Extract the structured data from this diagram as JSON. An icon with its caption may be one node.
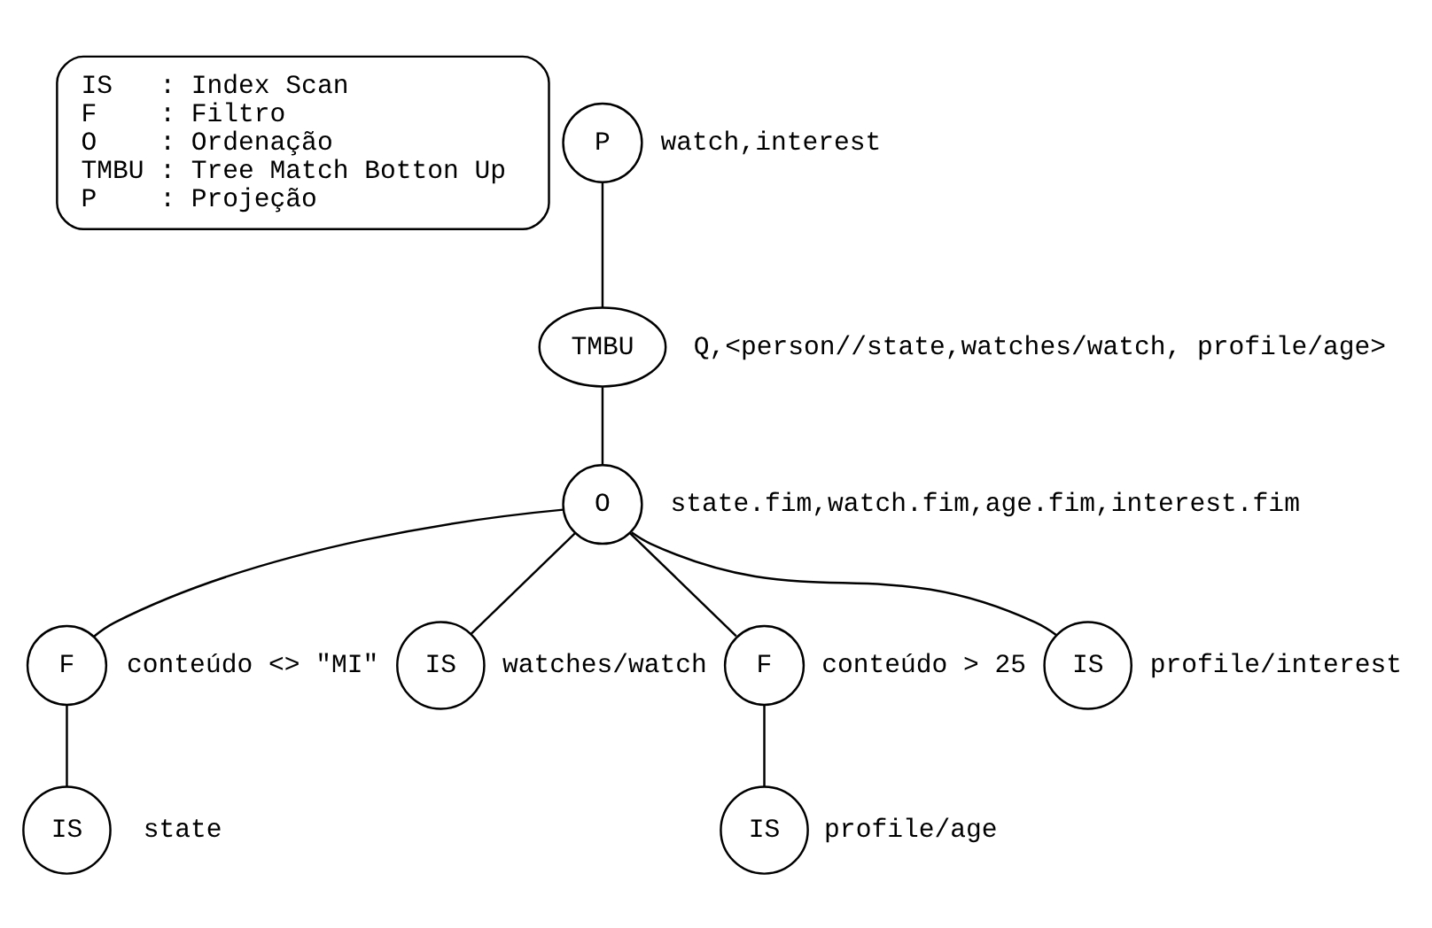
{
  "diagram": {
    "nodes": [
      {
        "text": [
          "IS   : Index Scan",
          "F    : Filtro",
          "O    : Ordenação",
          "TMBU : Tree Match Botton Up",
          "P    : Projeção"
        ]
      },
      {
        "text": [
          "P"
        ],
        "beside": [
          "watch,interest"
        ]
      },
      {
        "text": [
          "TMBU"
        ],
        "beside": [
          "Q,<person//state,watches/watch, profile/age>"
        ]
      },
      {
        "text": [
          "O"
        ],
        "beside": [
          "state.fim,watch.fim,age.fim,interest.fim"
        ]
      },
      {
        "text": [
          "F"
        ],
        "beside": [
          "conteúdo <> \"MI\""
        ]
      },
      {
        "text": [
          "IS"
        ],
        "beside": [
          "watches/watch"
        ]
      },
      {
        "text": [
          "F"
        ],
        "beside": [
          "conteúdo > 25"
        ]
      },
      {
        "text": [
          "IS"
        ],
        "beside": [
          "profile/interest"
        ]
      },
      {
        "text": [
          "IS"
        ],
        "beside": [
          "state"
        ]
      },
      {
        "text": [
          "IS"
        ],
        "beside": [
          "profile/age"
        ]
      }
    ],
    "edges": [
      {
        "from": 1,
        "to": 2,
        "arrow": "none"
      },
      {
        "from": 2,
        "to": 3,
        "arrow": "none"
      },
      {
        "from": 3,
        "to": 4,
        "arrow": "none"
      },
      {
        "from": 3,
        "to": 5,
        "arrow": "none"
      },
      {
        "from": 3,
        "to": 6,
        "arrow": "none"
      },
      {
        "from": 3,
        "to": 7,
        "arrow": "none"
      },
      {
        "from": 4,
        "to": 8,
        "arrow": "none"
      },
      {
        "from": 6,
        "to": 9,
        "arrow": "none"
      }
    ]
  }
}
